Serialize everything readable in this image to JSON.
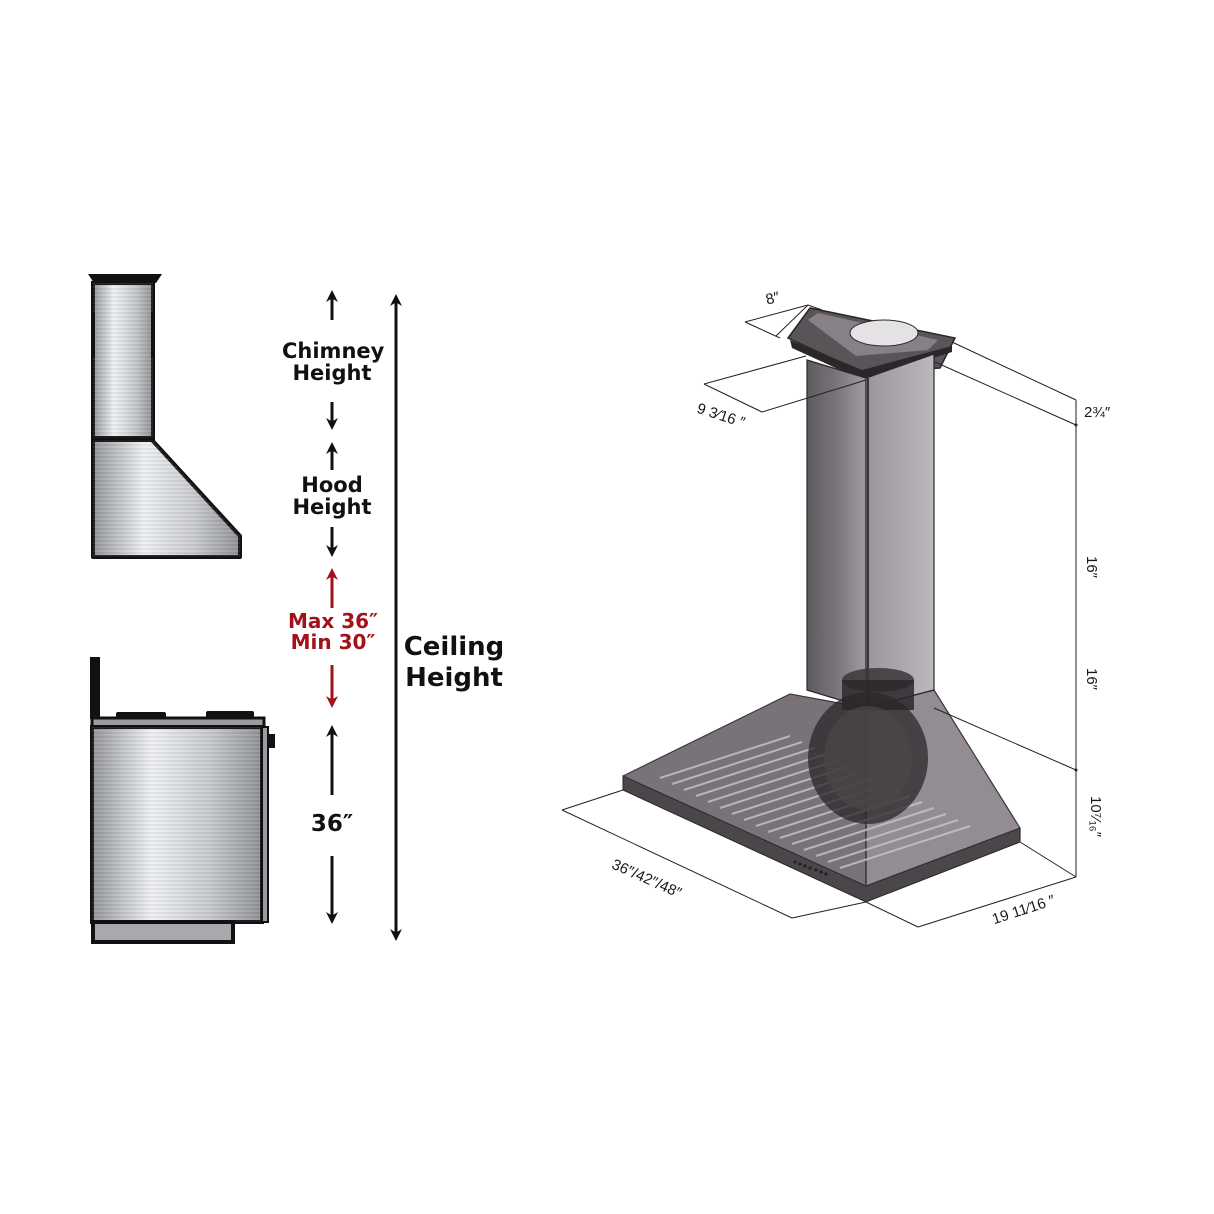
{
  "left_diagram": {
    "labels": {
      "chimney_height": [
        "Chimney",
        "Height"
      ],
      "hood_height": [
        "Hood",
        "Height"
      ],
      "clearance_max": "Max 36″",
      "clearance_min": "Min 30″",
      "counter_height": "36″",
      "ceiling_height": [
        "Ceiling",
        "Height"
      ]
    },
    "colors": {
      "text": "#111111",
      "clearance": "#a3121a",
      "steel_light": "#e8e9ec",
      "steel_dark": "#8e9094",
      "outline": "#111111"
    }
  },
  "right_diagram": {
    "dimensions": {
      "duct_width": "8″",
      "duct_depth": "9 3⁄16 ″",
      "top_trim": "2¾″",
      "chimney_upper": "16″",
      "chimney_lower": "16″",
      "hood_height": "10⁷⁄₁₆″",
      "hood_width": "36″/42″/48″",
      "hood_depth": "19 11⁄16 ″"
    },
    "colors": {
      "body": "#6e686e",
      "body_light": "#9d979d",
      "dark": "#2a272a",
      "dim_line": "#222222"
    }
  }
}
